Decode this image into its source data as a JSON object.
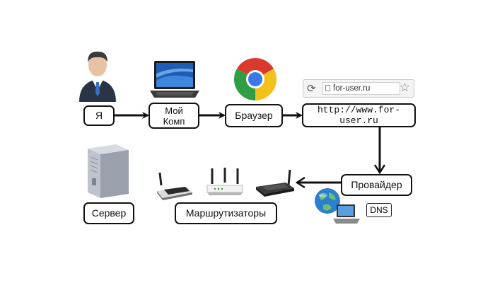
{
  "nodes": {
    "me": "Я",
    "my_computer_line1": "Мой",
    "my_computer_line2": "Комп",
    "browser": "Браузер",
    "url": "http://www.for-user.ru",
    "provider": "Провайдер",
    "dns": "DNS",
    "routers": "Маршрутизаторы",
    "server": "Сервер"
  },
  "address_bar": {
    "value": "for-user.ru"
  },
  "icons": {
    "user": "person-icon",
    "laptop": "laptop-icon",
    "browser": "chrome-icon",
    "server": "server-icon",
    "routers": "router-icon",
    "globe": "globe-icon"
  },
  "colors": {
    "line": "#111111",
    "chrome_red": "#d93a2b",
    "chrome_yellow": "#f3c11c",
    "chrome_green": "#2f9e44",
    "chrome_blue": "#3b78e7"
  }
}
